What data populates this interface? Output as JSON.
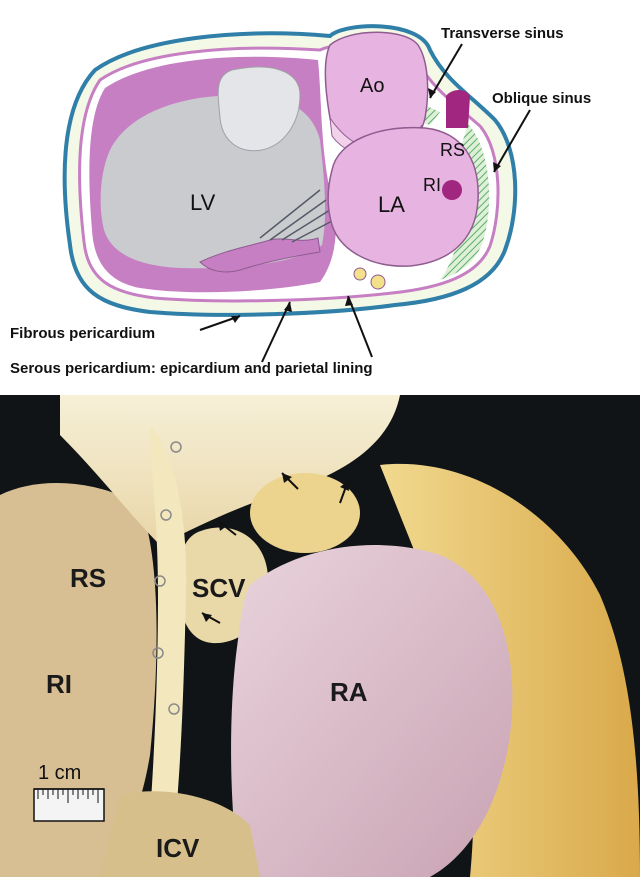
{
  "diagram": {
    "chamber_labels": {
      "ao": "Ao",
      "rs": "RS",
      "ri": "RI",
      "lv": "LV",
      "la": "LA"
    },
    "callouts": {
      "transverse_sinus": "Transverse sinus",
      "oblique_sinus": "Oblique sinus",
      "fibrous_pericardium": "Fibrous pericardium",
      "serous_pericardium": "Serous pericardium: epicardium and parietal lining"
    },
    "colors": {
      "outer_line": "#2f7fa8",
      "fibrous_fill": "#f4f8e6",
      "serous_fill": "#c77fc3",
      "chamber_fill": "#e7b4e1",
      "cavity_fill": "#c9cbcf",
      "sinus_hatch": "#6fbf7a",
      "vessel_dark": "#a0267f"
    }
  },
  "photo": {
    "labels": {
      "rs": "RS",
      "scv": "SCV",
      "ri": "RI",
      "ra": "RA",
      "icv": "ICV"
    },
    "scale_bar_label": "1 cm",
    "colors": {
      "background": "#101417",
      "tissue_light": "#f0e7c6",
      "tissue_yellow": "#e6c06a",
      "atrium_pink": "#dcbcc8"
    }
  }
}
